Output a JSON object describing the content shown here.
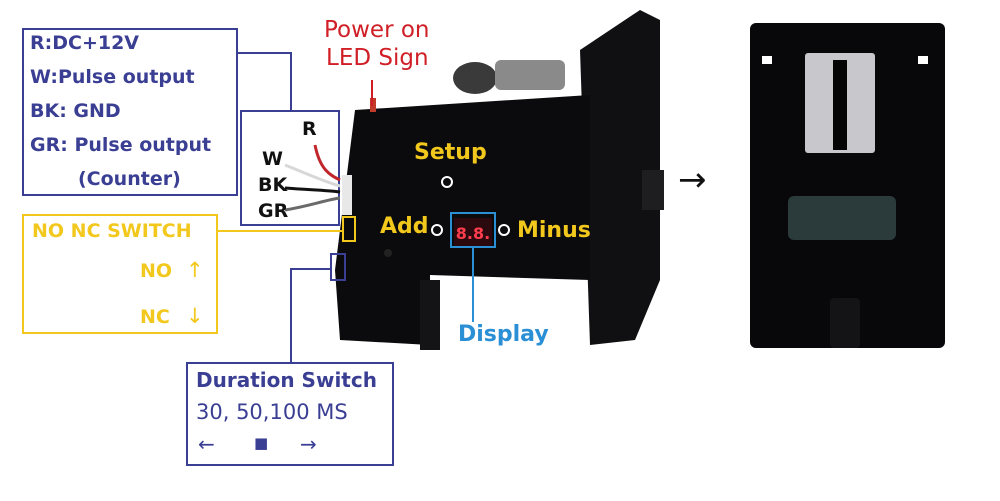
{
  "colors": {
    "navy": "#3a3f94",
    "yellow": "#f2c81c",
    "blue": "#2a8fd4",
    "red": "#d01f26",
    "device": "#0b0b0d"
  },
  "legend": {
    "lines": [
      "R:DC+12V",
      "W:Pulse output",
      "BK: GND",
      "GR: Pulse output",
      "(Counter)"
    ]
  },
  "power_led": {
    "line1": "Power on",
    "line2": "LED Sign"
  },
  "wires": {
    "r": "R",
    "w": "W",
    "bk": "BK",
    "gr": "GR"
  },
  "buttons": {
    "setup": "Setup",
    "add": "Add",
    "minus": "Minus",
    "display": "Display"
  },
  "no_nc": {
    "title": "NO NC SWITCH",
    "no": "NO",
    "nc": "NC",
    "no_arrow": "↑",
    "nc_arrow": "↓"
  },
  "duration": {
    "title": "Duration Switch",
    "values": "30, 50,100 MS",
    "left": "←",
    "mid": "■",
    "right": "→"
  },
  "flow_arrow": "→"
}
